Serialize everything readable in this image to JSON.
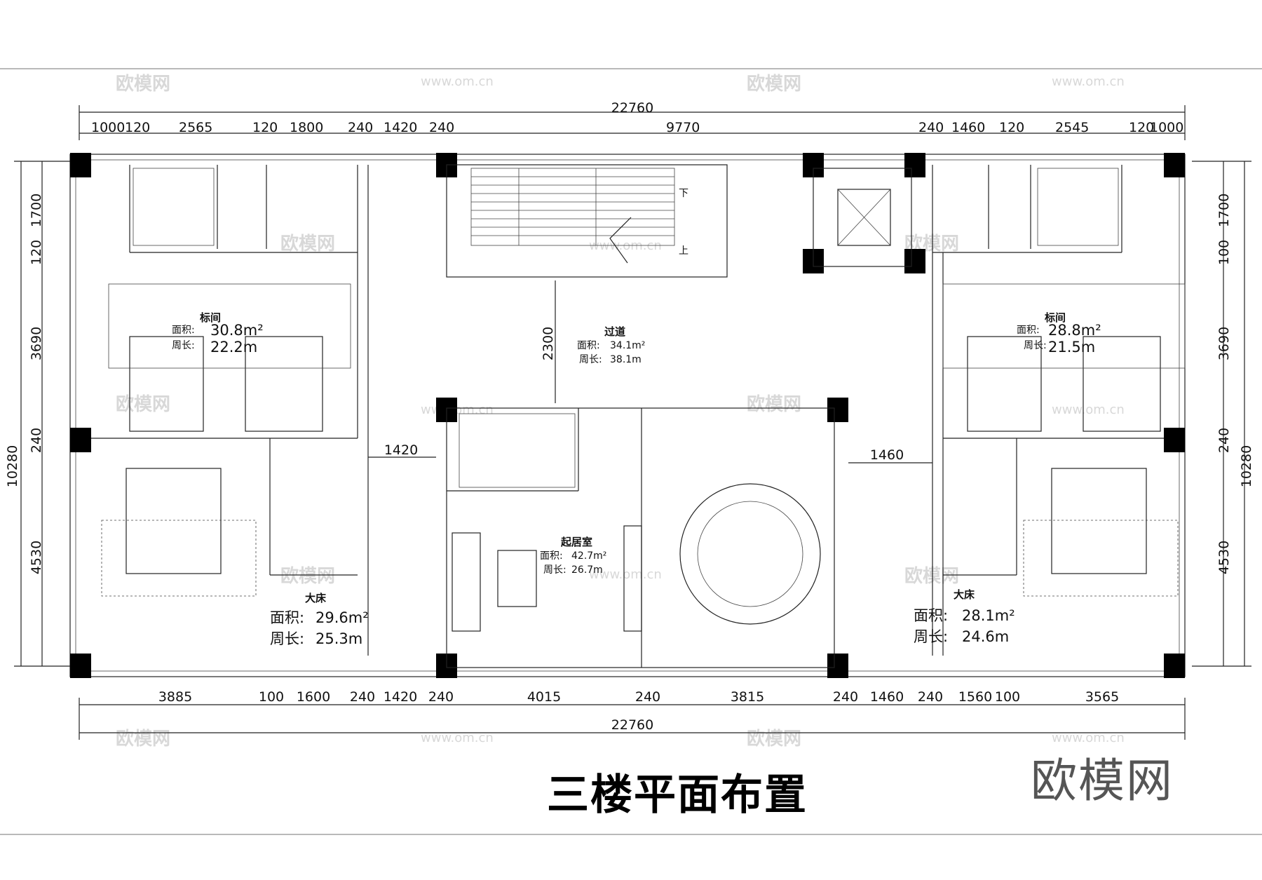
{
  "drawing_title": "三楼平面布置",
  "brand": "欧模网",
  "watermark": {
    "logo": "欧模网",
    "url": "www.om.cn"
  },
  "dims": {
    "total_top": "22760",
    "top": [
      "1000",
      "120",
      "2565",
      "120",
      "1800",
      "240",
      "1420",
      "240",
      "9770",
      "240",
      "1460",
      "120",
      "2545",
      "120",
      "1000"
    ],
    "bottom": [
      "3885",
      "100",
      "1600",
      "240",
      "1420",
      "240",
      "4015",
      "240",
      "3815",
      "240",
      "1460",
      "240",
      "1560",
      "100",
      "3565"
    ],
    "total_bottom": "22760",
    "left": [
      "1700",
      "120",
      "3690",
      "240",
      "4530"
    ],
    "left_total": "10280",
    "right": [
      "1700",
      "100",
      "3690",
      "240",
      "4530"
    ],
    "right_total": "10280",
    "corridor_h": "2300",
    "gap_left": "1420",
    "gap_right": "1460"
  },
  "rooms": {
    "std_left": {
      "name": "标间",
      "area_label": "面积:",
      "area": "30.8m²",
      "perim_label": "周长:",
      "perim": "22.2m"
    },
    "std_right": {
      "name": "标间",
      "area_label": "面积:",
      "area": "28.8m²",
      "perim_label": "周长:",
      "perim": "21.5m"
    },
    "corridor": {
      "name": "过道",
      "area_label": "面积:",
      "area": "34.1m²",
      "perim_label": "周长:",
      "perim": "38.1m"
    },
    "living": {
      "name": "起居室",
      "area_label": "面积:",
      "area": "42.7m²",
      "perim_label": "周长:",
      "perim": "26.7m"
    },
    "big_left": {
      "name": "大床",
      "area_label": "面积:",
      "area": "29.6m²",
      "perim_label": "周长:",
      "perim": "25.3m"
    },
    "big_right": {
      "name": "大床",
      "area_label": "面积:",
      "area": "28.1m²",
      "perim_label": "周长:",
      "perim": "24.6m"
    }
  },
  "stair": {
    "down": "下",
    "up": "上"
  }
}
